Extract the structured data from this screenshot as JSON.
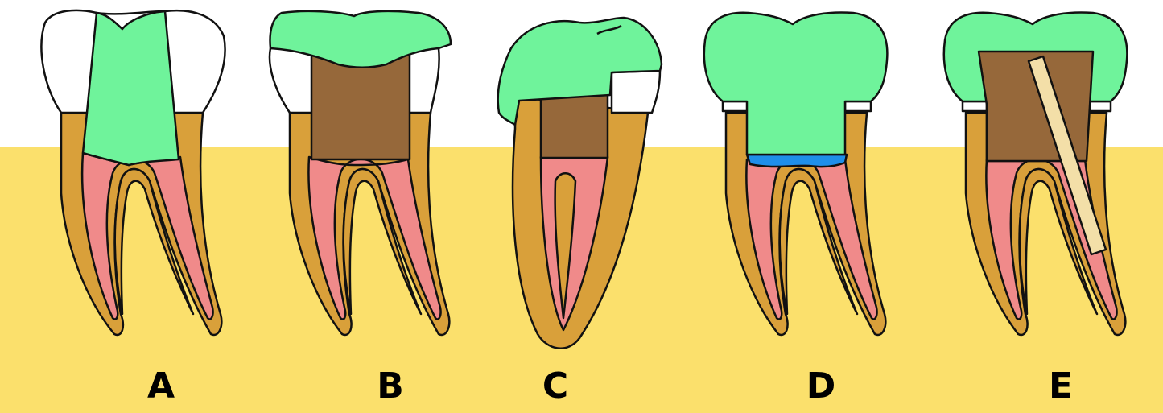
{
  "colors": {
    "background_top": "#ffffff",
    "gum": "#fbe06c",
    "enamel": "#ffffff",
    "restoration": "#6ff39b",
    "core": "#96683a",
    "dentin": "#d9a03a",
    "pulp": "#f08a8a",
    "liner": "#1f8fea",
    "post": "#f3dfa8",
    "outline": "#111111"
  },
  "panels": [
    {
      "label": "A",
      "icon": "tooth-with-partial-restoration"
    },
    {
      "label": "B",
      "icon": "tooth-with-core-and-onlay"
    },
    {
      "label": "C",
      "icon": "single-root-tooth-with-core"
    },
    {
      "label": "D",
      "icon": "tooth-with-full-crown-and-liner"
    },
    {
      "label": "E",
      "icon": "tooth-with-post-and-core"
    }
  ]
}
